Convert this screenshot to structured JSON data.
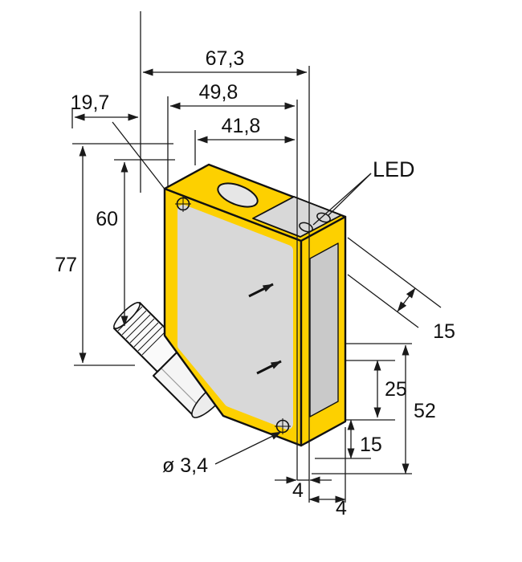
{
  "colors": {
    "body": "#fdd000",
    "panel": "#d8d8d8",
    "window": "#c9c9c9",
    "plate": "#d8d8d8",
    "connector": "#f5f5f5",
    "line": "#1a1a1a",
    "background": "#ffffff"
  },
  "labels": {
    "width_total": "67,3",
    "width_mid": "49,8",
    "width_inner": "41,8",
    "depth_top": "19,7",
    "height_inner": "60",
    "height_total": "77",
    "led": "LED",
    "depth_right": "15",
    "lens_spacing": "25",
    "height_right": "52",
    "bottom_offset": "15",
    "hole_diameter": "ø 3,4",
    "gap_front": "4",
    "gap_back": "4"
  }
}
